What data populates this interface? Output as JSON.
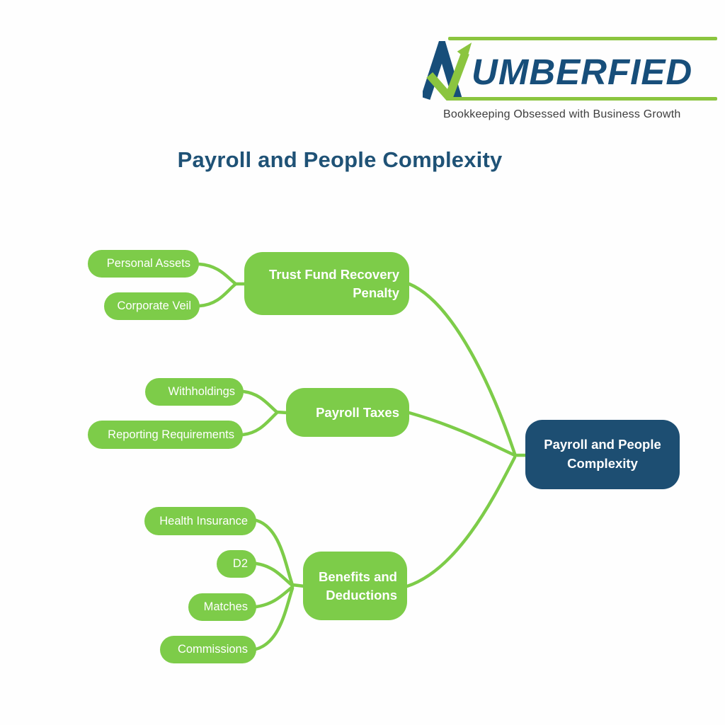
{
  "logo": {
    "brand_name": "NUMBERFIED",
    "wordmark_rest": "UMBERFIED",
    "tagline": "Bookkeeping Obsessed with Business Growth"
  },
  "title": "Payroll and People Complexity",
  "colors": {
    "accent_green": "#7dcc49",
    "logo_green": "#8bc53f",
    "root_blue": "#1d4e72",
    "title_blue": "#1f5276",
    "tagline_gray": "#3d3d3d"
  },
  "mindmap": {
    "root": {
      "label": "Payroll and People Complexity"
    },
    "branches": [
      {
        "label": "Trust Fund Recovery Penalty",
        "children": [
          {
            "label": "Personal Assets"
          },
          {
            "label": "Corporate Veil"
          }
        ]
      },
      {
        "label": "Payroll Taxes",
        "children": [
          {
            "label": "Withholdings"
          },
          {
            "label": "Reporting Requirements"
          }
        ]
      },
      {
        "label": "Benefits and Deductions",
        "children": [
          {
            "label": "Health Insurance"
          },
          {
            "label": "D2"
          },
          {
            "label": "Matches"
          },
          {
            "label": "Commissions"
          }
        ]
      }
    ]
  }
}
